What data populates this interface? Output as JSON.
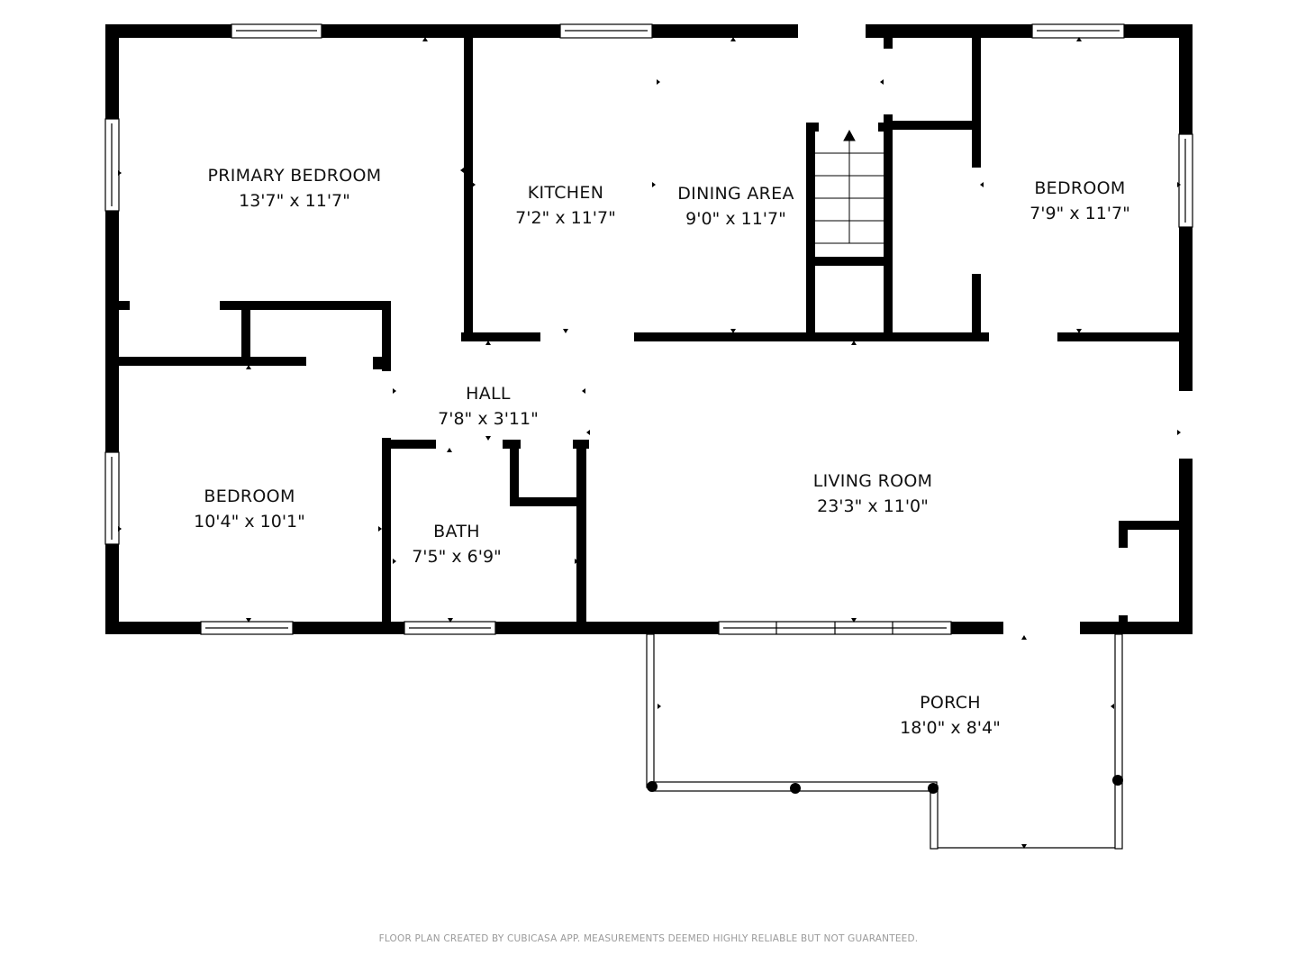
{
  "floor_plan": {
    "rooms": [
      {
        "name": "PRIMARY BEDROOM",
        "dimensions": "13'7\" x 11'7\""
      },
      {
        "name": "KITCHEN",
        "dimensions": "7'2\" x 11'7\""
      },
      {
        "name": "DINING AREA",
        "dimensions": "9'0\" x 11'7\""
      },
      {
        "name": "BEDROOM",
        "dimensions": "7'9\" x 11'7\""
      },
      {
        "name": "HALL",
        "dimensions": "7'8\" x 3'11\""
      },
      {
        "name": "BEDROOM",
        "dimensions": "10'4\" x 10'1\""
      },
      {
        "name": "BATH",
        "dimensions": "7'5\" x 6'9\""
      },
      {
        "name": "LIVING ROOM",
        "dimensions": "23'3\" x 11'0\""
      },
      {
        "name": "PORCH",
        "dimensions": "18'0\" x 8'4\""
      }
    ],
    "colors": {
      "wall": "#000000",
      "background": "#ffffff",
      "footer_text": "#9a9a9a"
    }
  },
  "footer": {
    "disclaimer": "FLOOR PLAN CREATED BY CUBICASA APP. MEASUREMENTS DEEMED HIGHLY RELIABLE BUT NOT GUARANTEED."
  }
}
